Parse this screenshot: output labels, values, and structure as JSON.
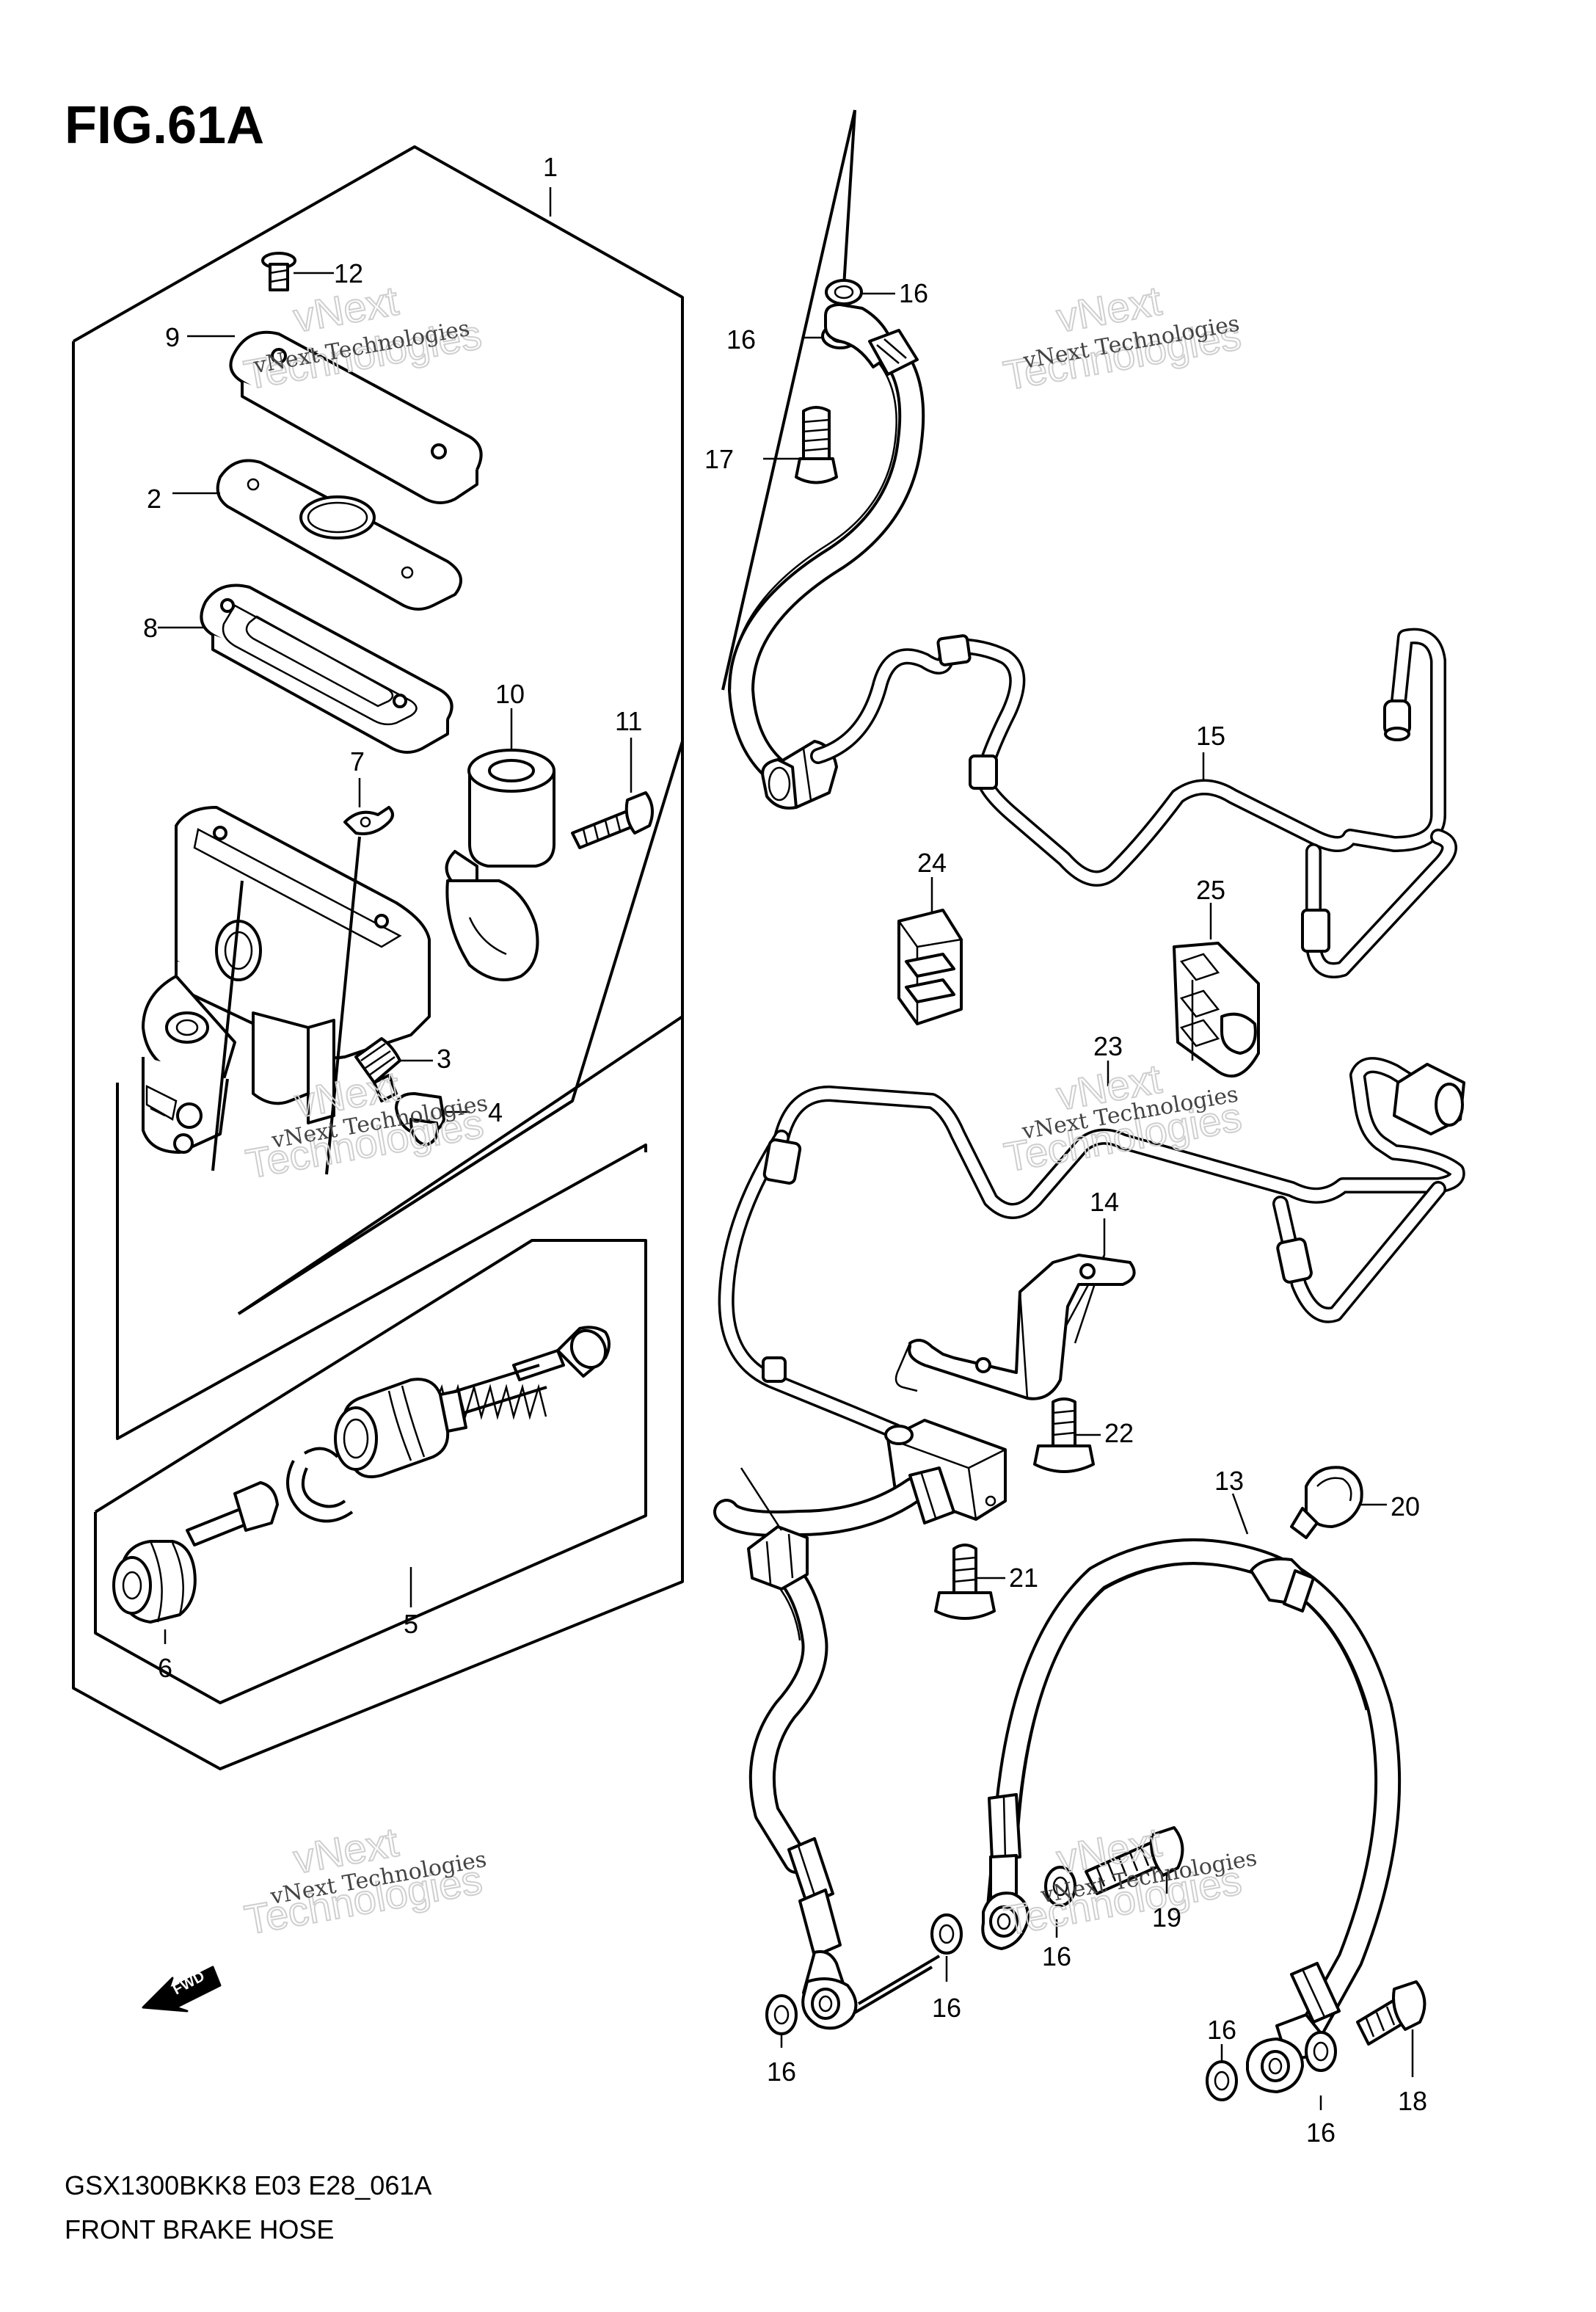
{
  "figure": {
    "title": "FIG.61A"
  },
  "callouts": {
    "c1": "1",
    "c2": "2",
    "c3": "3",
    "c4": "4",
    "c5": "5",
    "c6": "6",
    "c7": "7",
    "c8": "8",
    "c9": "9",
    "c10": "10",
    "c11": "11",
    "c12": "12",
    "c13": "13",
    "c14": "14",
    "c15": "15",
    "c16a": "16",
    "c16b": "16",
    "c16c": "16",
    "c16d": "16",
    "c16e": "16",
    "c16f": "16",
    "c16g": "16",
    "c17": "17",
    "c18": "18",
    "c19": "19",
    "c20": "20",
    "c21": "21",
    "c22": "22",
    "c23": "23",
    "c24": "24",
    "c25": "25"
  },
  "watermark": {
    "line1": "vNext Technologies",
    "line2": "vNext",
    "line3": "Technologies"
  },
  "fwd_arrow": {
    "label": "FWD",
    "icon": "fwd-arrow-icon"
  },
  "footer": {
    "model_code": "GSX1300BKK8 E03 E28_061A",
    "caption": "FRONT BRAKE HOSE"
  }
}
